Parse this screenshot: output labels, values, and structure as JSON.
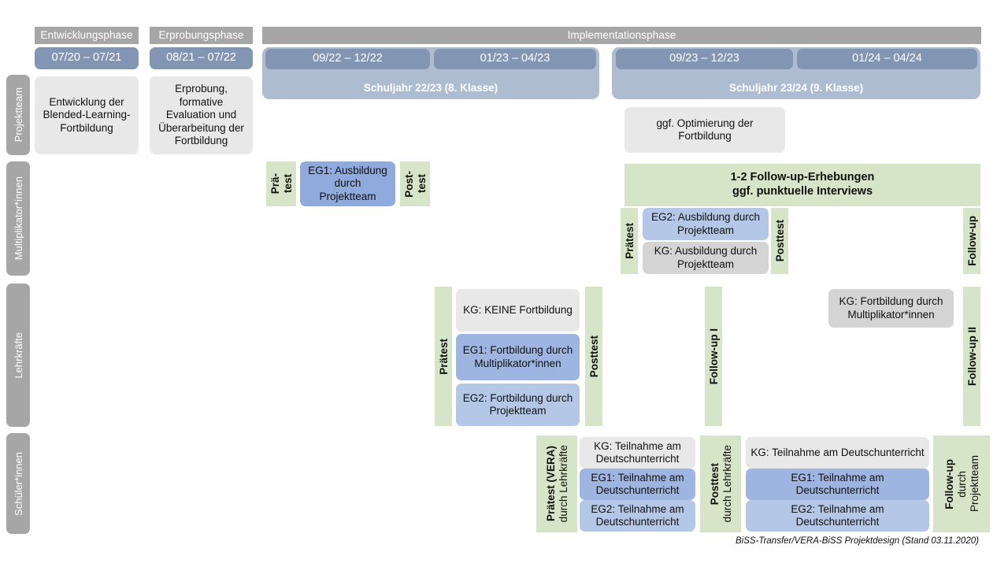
{
  "title": "BiSS-Transfer/VERA-BiSS Projektdesign",
  "colors": {
    "phase_header": "#a6a6a6",
    "date_chip": "#8296b4",
    "schuljahr_band": "#aebcd2",
    "green_test": "#d6e4c8",
    "kg_grey_light": "#e8e8e8",
    "kg_grey": "#d4d4d4",
    "eg1_blue_dark": "#8faadc",
    "eg2_blue_light": "#b4c7e7"
  },
  "phases": [
    {
      "label": "Entwicklungsphase"
    },
    {
      "label": "Erprobungsphase"
    },
    {
      "label": "Implementationsphase"
    }
  ],
  "date_chips": [
    {
      "label": "07/20 – 07/21"
    },
    {
      "label": "08/21 – 07/22"
    },
    {
      "label": "09/22 – 12/22"
    },
    {
      "label": "01/23 – 04/23"
    },
    {
      "label": "09/23 – 12/23"
    },
    {
      "label": "01/24 – 04/24"
    }
  ],
  "school_years": [
    {
      "label": "Schuljahr 22/23 (8. Klasse)"
    },
    {
      "label": "Schuljahr 23/24 (9. Klasse)"
    }
  ],
  "roles": [
    {
      "label": "Projektteam"
    },
    {
      "label": "Multiplikator*innen"
    },
    {
      "label": "Lehrkräfte"
    },
    {
      "label": "Schüler*innen"
    }
  ],
  "projektteam": {
    "entwicklung": "Entwicklung der Blended-Learning-Fortbildung",
    "erprobung": "Erprobung, formative Evaluation und Überarbeitung der Fortbildung",
    "optimierung": "ggf. Optimierung der Fortbildung"
  },
  "multiplikatoren": {
    "praetest_line1": "Prä-",
    "praetest_line2": "test",
    "posttest_line1": "Post-",
    "posttest_line2": "test",
    "eg1_ausbildung": "EG1: Ausbildung durch Projektteam",
    "followup_band_line1": "1-2 Follow-up-Erhebungen",
    "followup_band_line2": "ggf. punktuelle Interviews",
    "praetest2": "Prätest",
    "posttest2": "Posttest",
    "followup2": "Follow-up",
    "eg2_ausbildung": "EG2:  Ausbildung durch Projektteam",
    "kg_ausbildung": "KG: Ausbildung durch Projektteam"
  },
  "lehrkraefte": {
    "praetest": "Prätest",
    "posttest": "Posttest",
    "followup1": "Follow-up I",
    "followup2": "Follow-up II",
    "kg_keine": "KG:  KEINE Fortbildung",
    "eg1": "EG1: Fortbildung durch Multiplikator*innen",
    "eg2": "EG2: Fortbildung durch Projektteam",
    "kg_fortbildung": "KG: Fortbildung durch Multiplikator*innen"
  },
  "schueler": {
    "praetest_vera": "Prätest (VERA)",
    "praetest_vera_sub": "durch Lehrkräfte",
    "posttest": "Posttest",
    "posttest_sub": "durch Lehrkräfte",
    "followup": "Follow-up",
    "followup_sub1": "durch",
    "followup_sub2": "Projektteam",
    "left_kg": "KG: Teilnahme am Deutschunterricht",
    "left_eg1": "EG1: Teilnahme am Deutschunterricht",
    "left_eg2": "EG2: Teilnahme am Deutschunterricht",
    "right_kg": "KG: Teilnahme am Deutschunterricht",
    "right_eg1": "EG1: Teilnahme am Deutschunterricht",
    "right_eg2": "EG2: Teilnahme am Deutschunterricht"
  },
  "footer": "BiSS-Transfer/VERA-BiSS Projektdesign (Stand 03.11.2020)"
}
